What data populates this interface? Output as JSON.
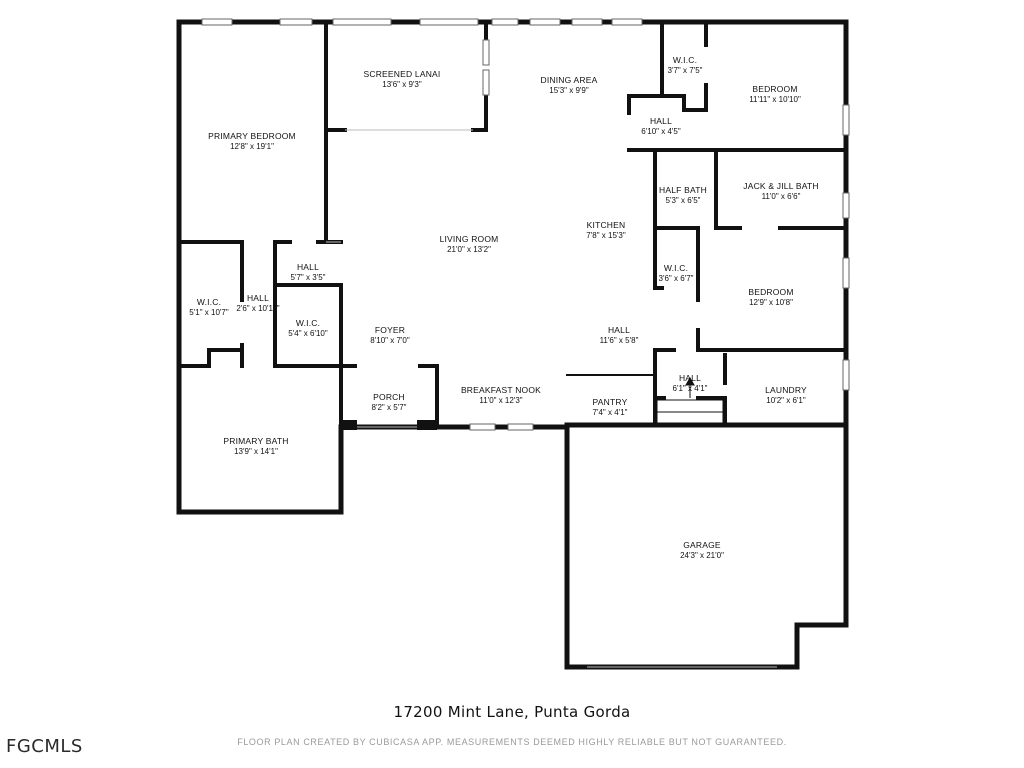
{
  "plan": {
    "address": "17200 Mint Lane, Punta Gorda",
    "disclaimer": "FLOOR PLAN CREATED BY CUBICASA APP. MEASUREMENTS DEEMED HIGHLY RELIABLE BUT NOT GUARANTEED.",
    "watermark": "FGCMLS",
    "rooms": [
      {
        "name": "SCREENED LANAI",
        "dim": "13'6\" x 9'3\""
      },
      {
        "name": "DINING AREA",
        "dim": "15'3\" x 9'9\""
      },
      {
        "name": "W.I.C.",
        "dim": "3'7\" x 7'5\""
      },
      {
        "name": "BEDROOM",
        "dim": "11'11\" x 10'10\""
      },
      {
        "name": "PRIMARY BEDROOM",
        "dim": "12'8\" x 19'1\""
      },
      {
        "name": "HALL",
        "dim": "6'10\" x 4'5\""
      },
      {
        "name": "HALF BATH",
        "dim": "5'3\" x 6'5\""
      },
      {
        "name": "JACK & JILL BATH",
        "dim": "11'0\" x 6'6\""
      },
      {
        "name": "LIVING ROOM",
        "dim": "21'0\" x 13'2\""
      },
      {
        "name": "KITCHEN",
        "dim": "7'8\" x 15'3\""
      },
      {
        "name": "HALL",
        "dim": "5'7\" x 3'5\""
      },
      {
        "name": "W.I.C.",
        "dim": "3'6\" x 6'7\""
      },
      {
        "name": "BEDROOM",
        "dim": "12'9\" x 10'8\""
      },
      {
        "name": "W.I.C.",
        "dim": "5'1\" x 10'7\""
      },
      {
        "name": "HALL",
        "dim": "2'6\" x 10'11\""
      },
      {
        "name": "W.I.C.",
        "dim": "5'4\" x 6'10\""
      },
      {
        "name": "FOYER",
        "dim": "8'10\" x 7'0\""
      },
      {
        "name": "HALL",
        "dim": "11'6\" x 5'8\""
      },
      {
        "name": "HALL",
        "dim": "6'1\" x 4'1\""
      },
      {
        "name": "LAUNDRY",
        "dim": "10'2\" x 6'1\""
      },
      {
        "name": "PORCH",
        "dim": "8'2\" x 5'7\""
      },
      {
        "name": "BREAKFAST NOOK",
        "dim": "11'0\" x 12'3\""
      },
      {
        "name": "PANTRY",
        "dim": "7'4\" x 4'1\""
      },
      {
        "name": "PRIMARY BATH",
        "dim": "13'9\" x 14'1\""
      },
      {
        "name": "GARAGE",
        "dim": "24'3\" x 21'0\""
      }
    ]
  }
}
